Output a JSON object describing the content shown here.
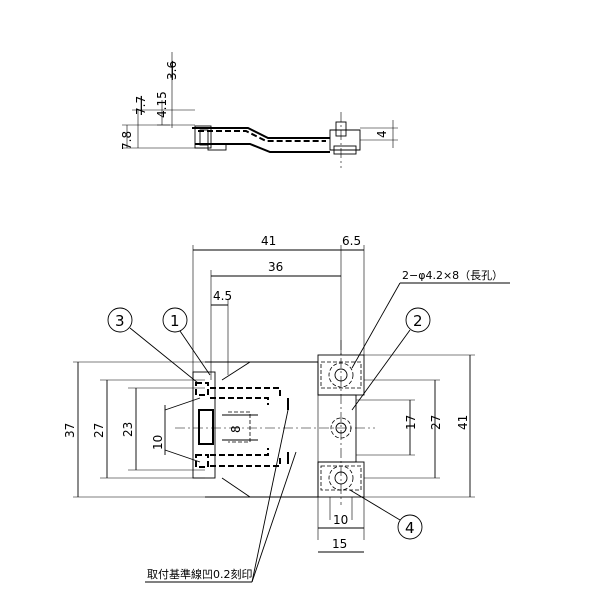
{
  "side_view": {
    "dim_7_8": "7.8",
    "dim_7_7": "7.7",
    "dim_4_15": "4.15",
    "dim_3_6": "3.6",
    "dim_4": "4"
  },
  "top_view": {
    "dim_41_top": "41",
    "dim_6_5": "6.5",
    "dim_36": "36",
    "dim_4_5": "4.5",
    "dim_37": "37",
    "dim_27_left": "27",
    "dim_23": "23",
    "dim_10_left": "10",
    "dim_8": "8",
    "dim_17": "17",
    "dim_27_right": "27",
    "dim_41_right": "41",
    "dim_10_bottom": "10",
    "dim_15": "15",
    "hole_note": "2−φ4.2×8（長孔）",
    "mount_note": "取付基準線凹0.2刻印",
    "balloons": [
      "3",
      "1",
      "2",
      "4"
    ]
  }
}
